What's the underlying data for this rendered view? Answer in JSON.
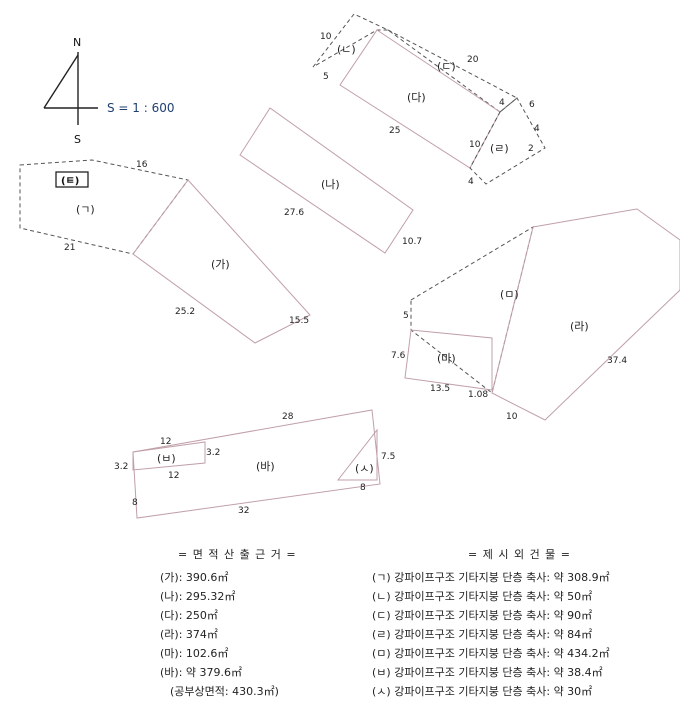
{
  "compass": {
    "north": "N",
    "south": "S",
    "scale": "S = 1 : 600"
  },
  "lots": {
    "ga": "(가)",
    "na": "(나)",
    "da": "(다)",
    "ra": "(라)",
    "ma": "(마)",
    "ba": "(바)",
    "mieum": "(ㅁ)"
  },
  "buildings": {
    "giyeok": "(ㄱ)",
    "nieun": "(ㄴ)",
    "digeut": "(ㄷ)",
    "rieul": "(ㄹ)",
    "bieup": "(ㅂ)",
    "siot": "(ㅅ)",
    "boxed_label": "(ㅌ)"
  },
  "dims": {
    "g_16": "16",
    "g_21": "21",
    "ga_252": "25.2",
    "ga_155": "15.5",
    "na_276": "27.6",
    "na_107": "10.7",
    "n_10": "10",
    "n_5": "5",
    "d_20": "20",
    "da_25": "25",
    "da_4a": "4",
    "da_10": "10",
    "da_4b": "4",
    "r_6": "6",
    "r_4": "4",
    "r_2": "2",
    "m_5": "5",
    "ma_76": "7.6",
    "ma_135": "13.5",
    "ma_108": "1.08",
    "ra_374": "37.4",
    "ra_10": "10",
    "ba_28": "28",
    "b_12a": "12",
    "b_32a": "3.2",
    "b_32b": "3.2",
    "b_12b": "12",
    "ba_8": "8",
    "ba_32": "32",
    "s_75": "7.5",
    "s_8": "8"
  },
  "area_legend": {
    "title": "= 면 적 산 출 근 거 =",
    "rows": [
      "(가): 390.6㎡",
      "(나): 295.32㎡",
      "(다): 250㎡",
      "(라): 374㎡",
      "(마): 102.6㎡",
      "(바): 약 379.6㎡",
      "(공부상면적: 430.3㎡)"
    ]
  },
  "building_legend": {
    "title": "= 제 시 외 건 물 =",
    "rows": [
      "(ㄱ) 강파이프구조 기타지붕 단층 축사: 약 308.9㎡",
      "(ㄴ) 강파이프구조 기타지붕 단층 축사: 약 50㎡",
      "(ㄷ) 강파이프구조 기타지붕 단층 축사: 약 90㎡",
      "(ㄹ) 강파이프구조 기타지붕 단층 축사: 약 84㎡",
      "(ㅁ) 강파이프구조 기타지붕 단층 축사: 약 434.2㎡",
      "(ㅂ) 강파이프구조 기타지붕 단층 축사: 약 38.4㎡",
      "(ㅅ) 강파이프구조 기타지붕 단층 축사: 약 30㎡"
    ]
  }
}
